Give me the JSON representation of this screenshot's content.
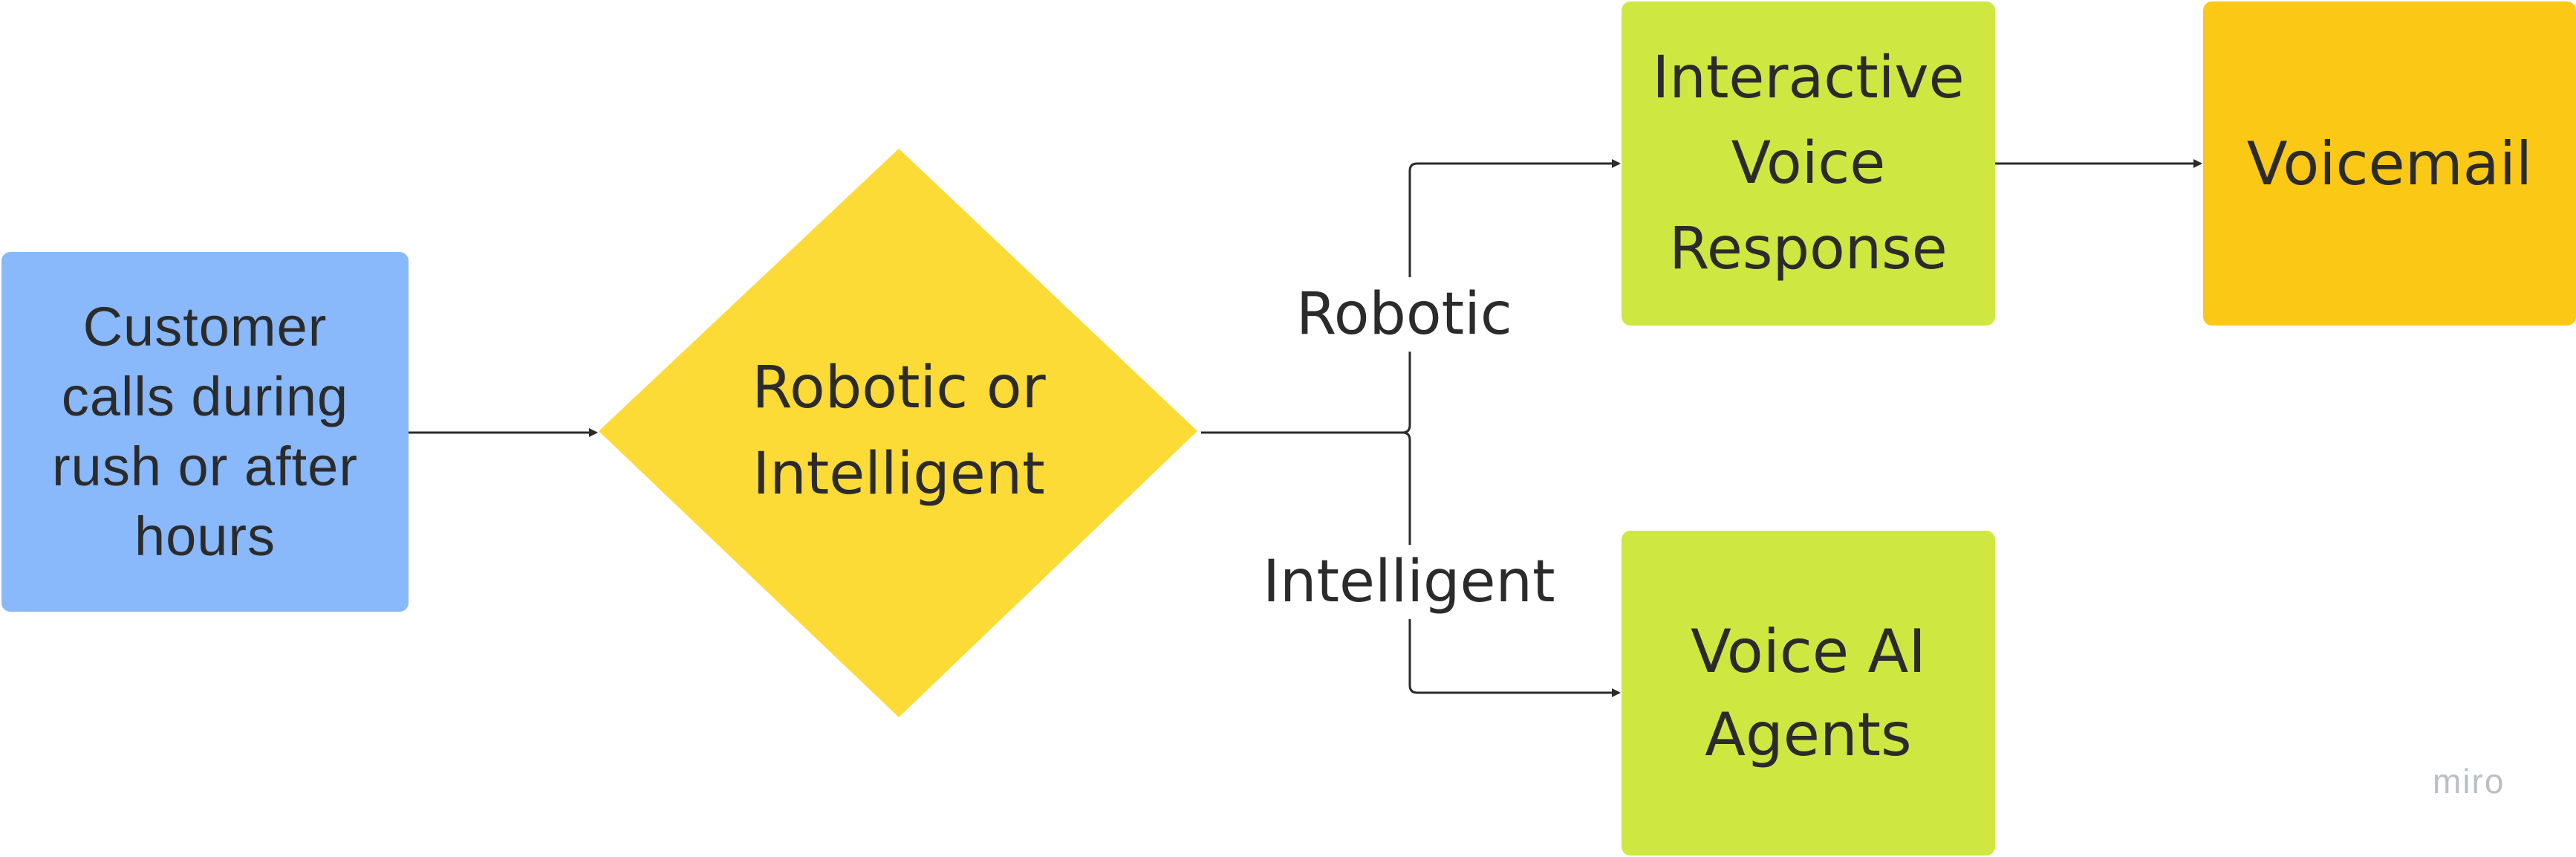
{
  "colors": {
    "customer_fill": "#89b8fb",
    "decision_fill": "#fddb36",
    "response_fill": "#cfe741",
    "voicemail_fill": "#fbc815",
    "edge_stroke": "#2b2b2b",
    "text": "#2b2b2b"
  },
  "nodes": {
    "customer": {
      "label": "Customer\ncalls during\nrush or after\nhours"
    },
    "decision": {
      "label": "Robotic or\nIntelligent"
    },
    "ivr": {
      "label": "Interactive\nVoice\nResponse"
    },
    "voicemail": {
      "label": "Voicemail"
    },
    "agents": {
      "label": "Voice AI\nAgents"
    }
  },
  "edges": {
    "robotic_label": "Robotic",
    "intelligent_label": "Intelligent"
  },
  "watermark": "miro"
}
